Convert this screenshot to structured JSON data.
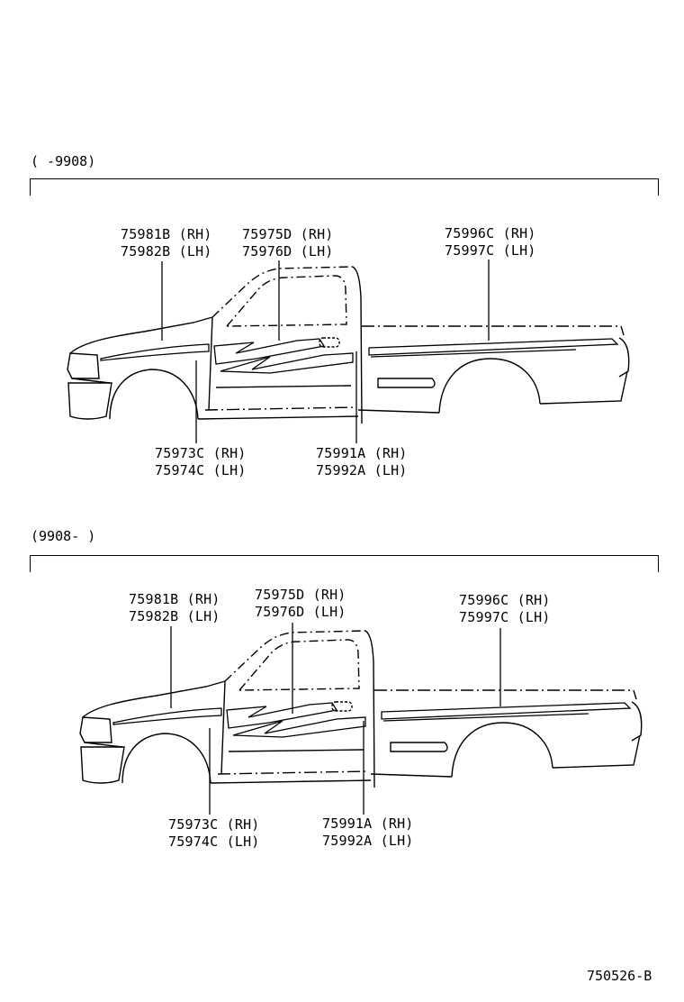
{
  "panels": [
    {
      "range": "(    -9908)",
      "callouts": {
        "hood": [
          "75981B (RH)",
          "75982B (LH)"
        ],
        "door": [
          "75975D (RH)",
          "75976D (LH)"
        ],
        "bed": [
          "75996C (RH)",
          "75997C (LH)"
        ],
        "fender": [
          "75973C (RH)",
          "75974C (LH)"
        ],
        "pillar": [
          "75991A (RH)",
          "75992A (LH)"
        ]
      }
    },
    {
      "range": "(9908-    )",
      "callouts": {
        "hood": [
          "75981B (RH)",
          "75982B (LH)"
        ],
        "door": [
          "75975D (RH)",
          "75976D (LH)"
        ],
        "bed": [
          "75996C (RH)",
          "75997C (LH)"
        ],
        "fender": [
          "75973C (RH)",
          "75974C (LH)"
        ],
        "pillar": [
          "75991A (RH)",
          "75992A (LH)"
        ]
      }
    }
  ],
  "diagram_code": "750526-B"
}
